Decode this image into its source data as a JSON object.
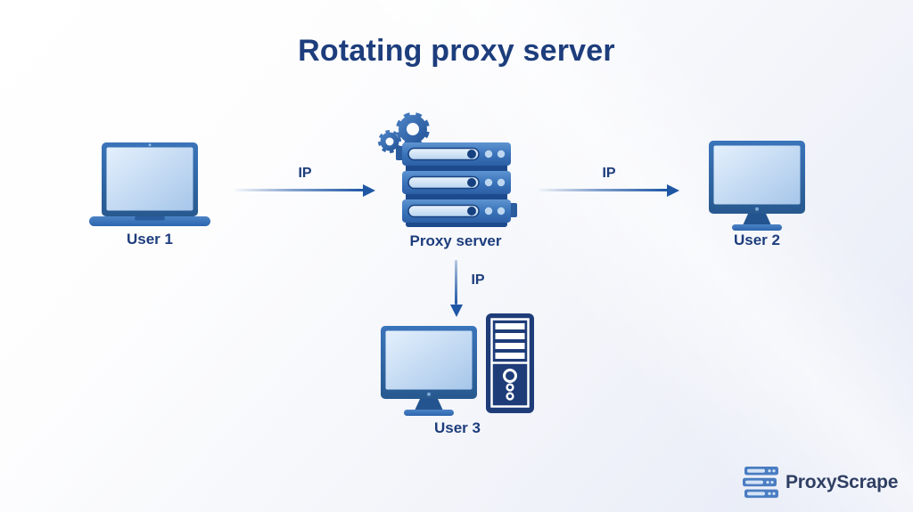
{
  "title": "Rotating proxy server",
  "nodes": {
    "user1": {
      "label": "User 1",
      "icon": "laptop-icon"
    },
    "proxy_server": {
      "label": "Proxy server",
      "icon": "server-stack-with-gears-icon"
    },
    "user2": {
      "label": "User 2",
      "icon": "monitor-icon"
    },
    "user3": {
      "label": "User 3",
      "icon": "desktop-computer-icon"
    }
  },
  "edges": {
    "user1_to_proxy": {
      "label": "IP",
      "direction": "right"
    },
    "proxy_to_user2": {
      "label": "IP",
      "direction": "right"
    },
    "proxy_to_user3": {
      "label": "IP",
      "direction": "down"
    }
  },
  "branding": {
    "name": "ProxyScrape",
    "icon": "proxyscrape-server-logo-icon"
  },
  "colors": {
    "title_text": "#1d3d7c",
    "label_text": "#1d3d7c",
    "arrow": "#1f57a5",
    "device_frame": "#2d66ae",
    "device_screen_light": "#e1eefb",
    "device_screen_dark": "#a6c6ea",
    "server_body_light": "#5b91cf",
    "server_body_dark": "#2c5fa6",
    "server_band": "#1d4a8c",
    "tower_navy": "#1e3c78",
    "logo_icon_blue": "#4a7dc2",
    "logo_text": "#2f3f63",
    "background_start": "#ffffff",
    "background_end": "#e6eaf6"
  }
}
